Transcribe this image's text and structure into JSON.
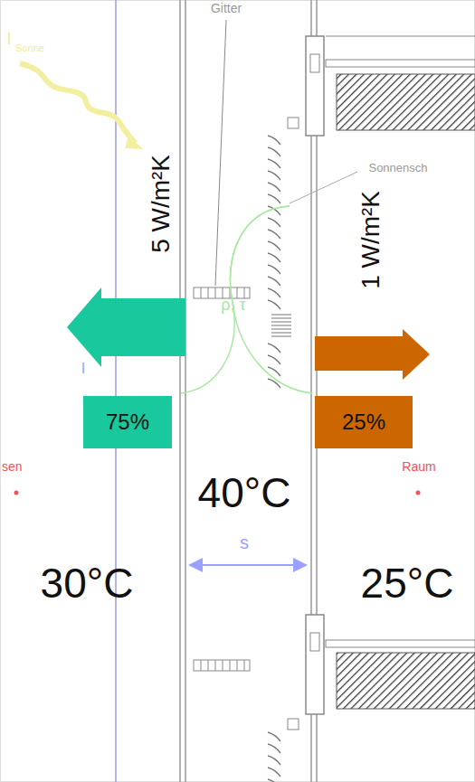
{
  "diagram": {
    "nodes": [
      {
        "text": [
          "75%"
        ]
      },
      {
        "text": [
          "25%"
        ]
      }
    ],
    "labels": [
      "Gitter",
      "I",
      "Sonne",
      "5 W/m²K",
      "Sonnensch",
      "1 W/m²K",
      "ρ, τ",
      "I",
      "sen",
      "Raum",
      "40°C",
      "30°C",
      "s",
      "25°C"
    ]
  }
}
